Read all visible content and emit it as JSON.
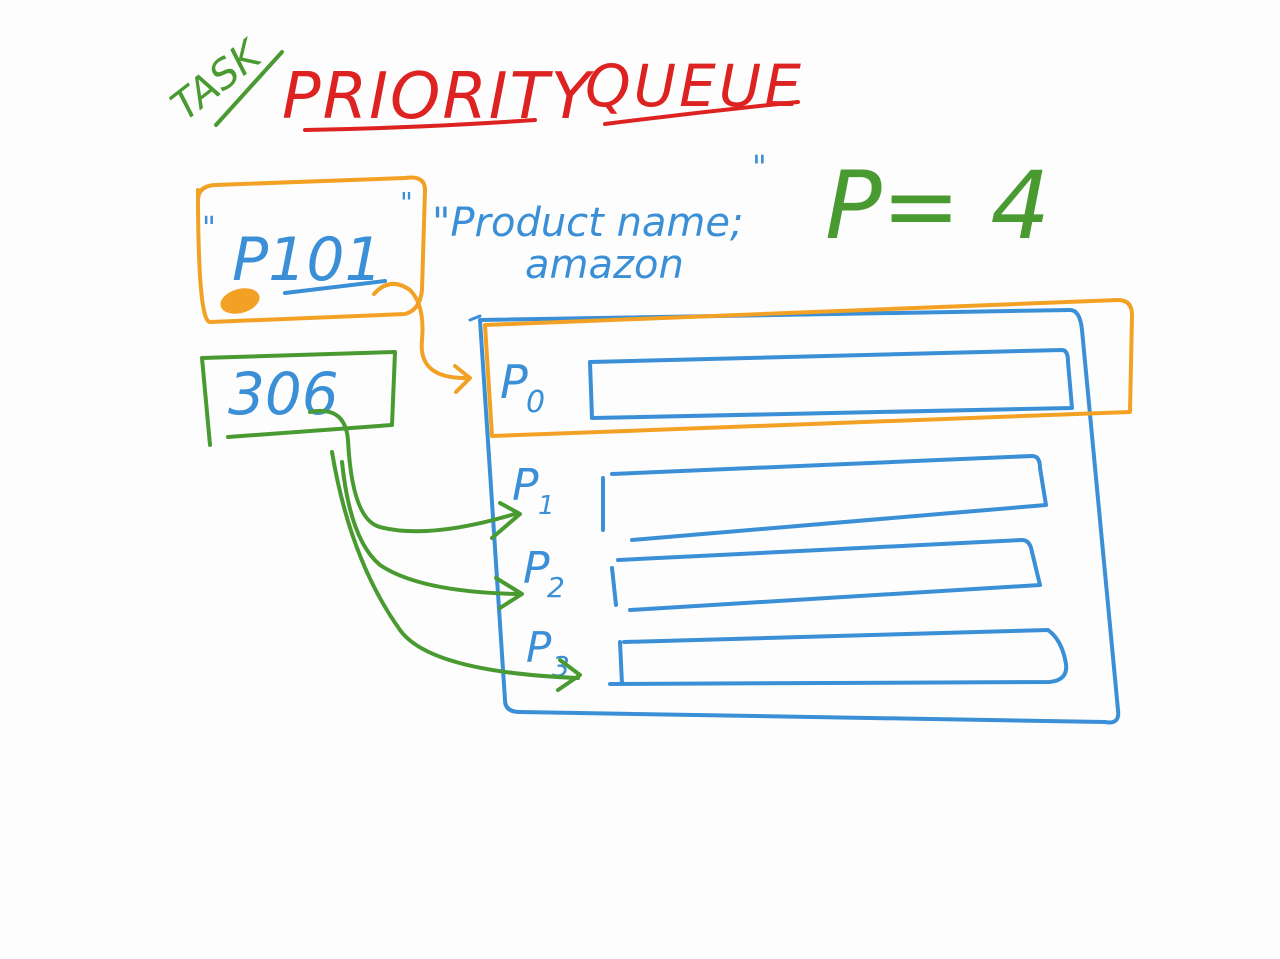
{
  "colors": {
    "red": "#dd2222",
    "green": "#4a9a32",
    "blue": "#3a8fd6",
    "orange": "#f2a124",
    "background": "#fdfdfd"
  },
  "header": {
    "task_label": "TASK",
    "title_part1": "PRIORITY",
    "title_part2": "QUEUE"
  },
  "message": {
    "id": "P101",
    "quote_left": "\"",
    "quote_right": "\"",
    "payload_line1": "\"Product name;",
    "payload_line2": "amazon",
    "payload_close": "\""
  },
  "priority_value": {
    "label": "P= 4"
  },
  "numeric_box": {
    "value": "306"
  },
  "queue": {
    "levels": [
      {
        "label": "P",
        "sub": "0"
      },
      {
        "label": "P",
        "sub": "1"
      },
      {
        "label": "P",
        "sub": "2"
      },
      {
        "label": "P",
        "sub": "3"
      }
    ]
  }
}
